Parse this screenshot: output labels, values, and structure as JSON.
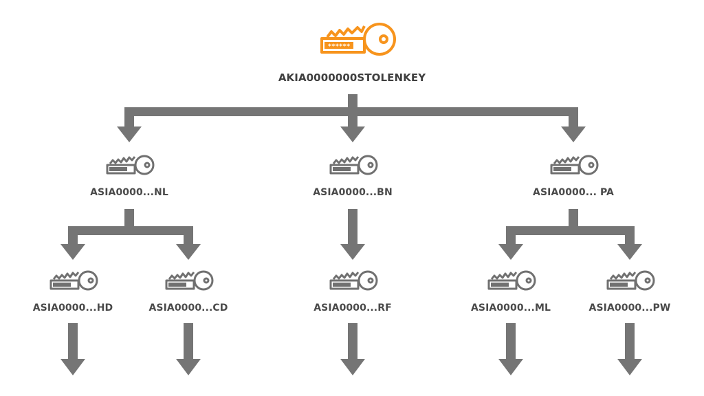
{
  "colors": {
    "root_key": "#f7941d",
    "child_key": "#707070",
    "arrow": "#757575",
    "label": "#4a4a4a"
  },
  "icons": {
    "root": "key-icon",
    "child": "key-icon"
  },
  "tree": {
    "root": {
      "label": "AKIA0000000STOLENKEY",
      "key_mask": "******"
    },
    "level1": [
      {
        "label": "ASIA0000...NL"
      },
      {
        "label": "ASIA0000...BN"
      },
      {
        "label": "ASIA0000... PA"
      }
    ],
    "level2": [
      {
        "label": "ASIA0000...HD"
      },
      {
        "label": "ASIA0000...CD"
      },
      {
        "label": "ASIA0000...RF"
      },
      {
        "label": "ASIA0000...ML"
      },
      {
        "label": "ASIA0000...PW"
      }
    ]
  }
}
